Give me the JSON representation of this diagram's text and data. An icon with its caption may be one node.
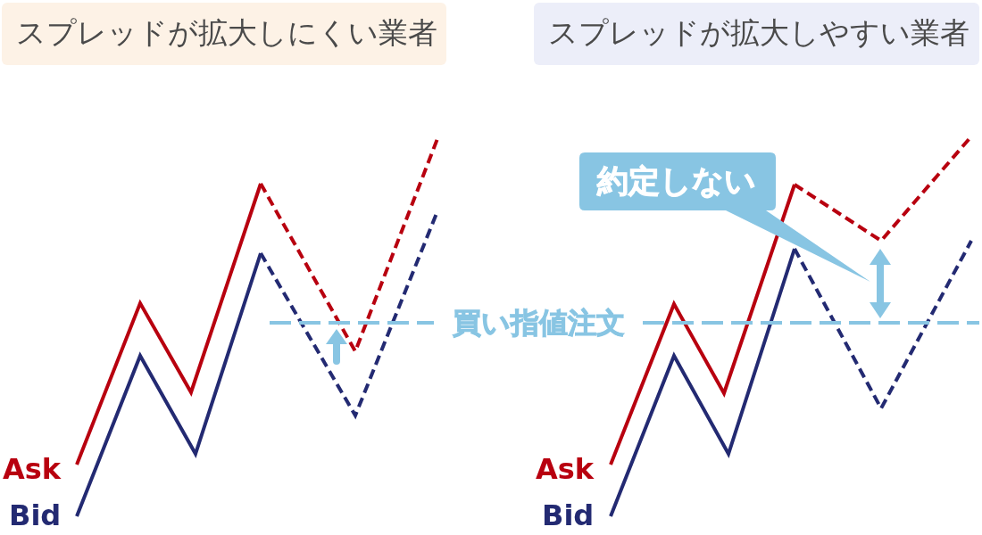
{
  "diagram": {
    "nodes": [
      {
        "text": [
          "スプレッドが拡大しにくい業者"
        ]
      },
      {
        "text": [
          "スプレッドが拡大しやすい業者"
        ]
      },
      {
        "text": [
          "約定しない"
        ]
      }
    ],
    "labels": [
      "買い指値注文",
      "Ask",
      "Ask",
      "Bid",
      "Bid"
    ]
  }
}
